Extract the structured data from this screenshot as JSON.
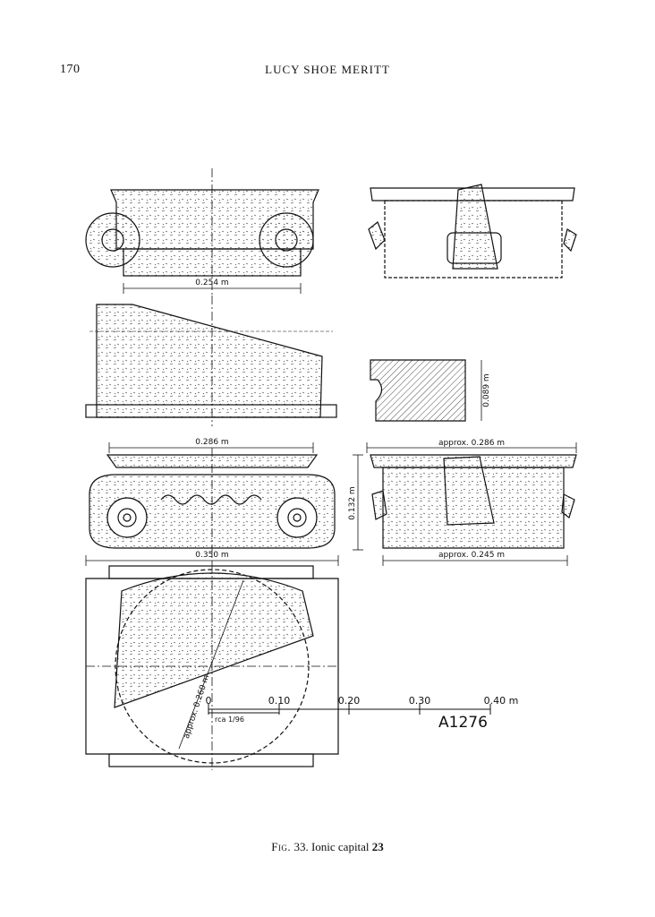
{
  "header": {
    "page_number": "170",
    "running_title": "LUCY SHOE MERITT"
  },
  "figure": {
    "dimensions": {
      "abacus_width": "0.254 m",
      "top_width": "0.286 m",
      "volute_width": "0.350 m",
      "side_top_width": "approx. 0.286 m",
      "side_bottom_width": "approx. 0.245 m",
      "section_height": "0.089 m",
      "front_height": "0.132 m",
      "diameter": "approx. 0.260 m"
    },
    "scale": {
      "ticks": [
        "0",
        "0.10",
        "0.20",
        "0.30",
        "0.40 m"
      ],
      "initials": "rca 1/96",
      "catalog_id": "A1276"
    }
  },
  "caption": {
    "prefix": "Fig.",
    "number": "33.",
    "text": "Ionic capital",
    "item": "23"
  }
}
